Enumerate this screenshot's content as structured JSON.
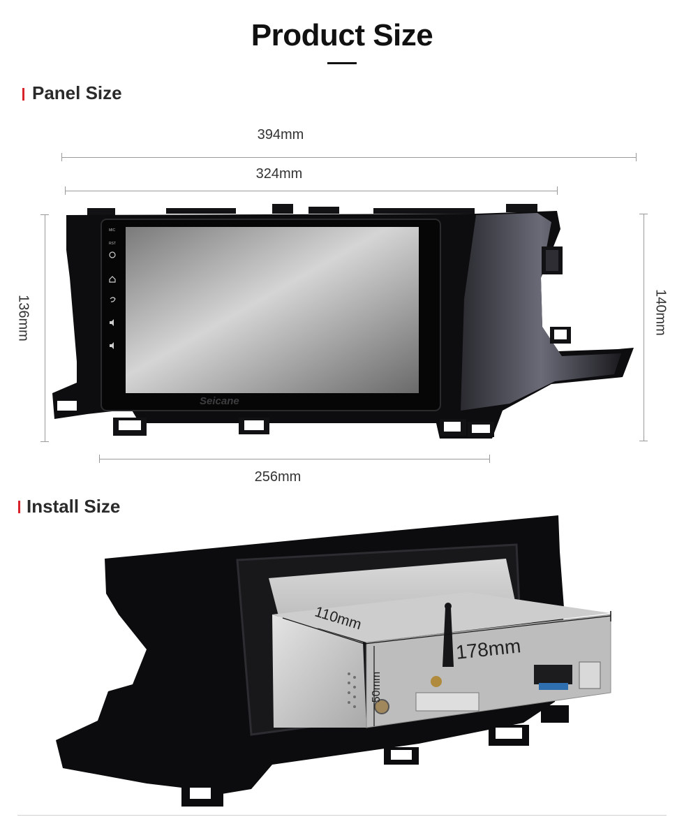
{
  "header": {
    "title": "Product Size"
  },
  "panel_section": {
    "heading": "Panel Size",
    "dims": {
      "top_outer": "394mm",
      "top_inner": "324mm",
      "left_height": "136mm",
      "right_height": "140mm",
      "bottom_width": "256mm"
    },
    "screen_icons": {
      "mic_label": "MIC",
      "rst_label": "RST",
      "icons": [
        "power-icon",
        "home-icon",
        "back-icon",
        "volume-up-icon",
        "volume-down-icon"
      ]
    },
    "brand_text": "Seicane"
  },
  "install_section": {
    "heading": "Install Size",
    "dims": {
      "depth": "110mm",
      "width": "178mm",
      "height": "50mm"
    }
  },
  "colors": {
    "accent": "#d8232a",
    "panel_black": "#0d0d0f",
    "metal": "#c9c9c9"
  }
}
